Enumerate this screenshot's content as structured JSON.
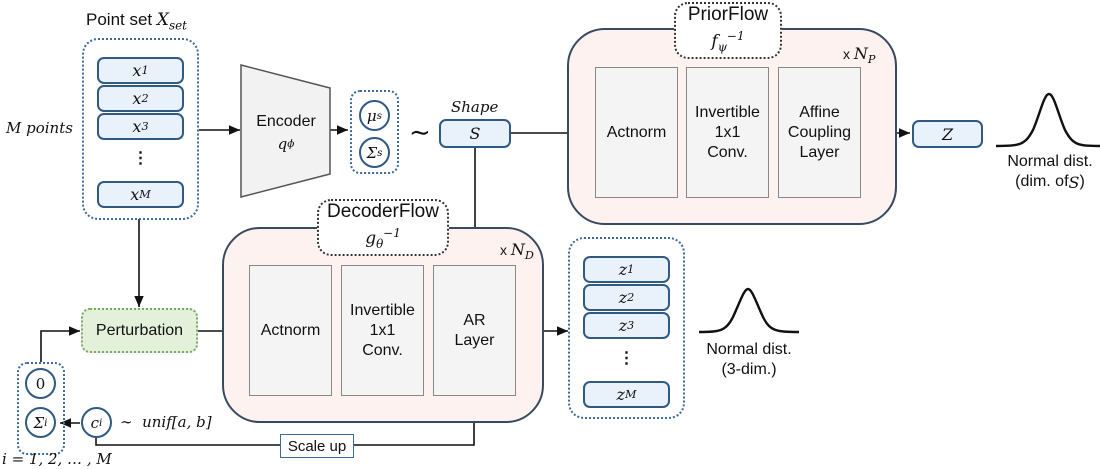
{
  "point_set": {
    "title": "Point set ",
    "title_math": "X",
    "title_sub": "set",
    "side_label": "M points",
    "items": [
      {
        "base": "x",
        "sub": "1"
      },
      {
        "base": "x",
        "sub": "2"
      },
      {
        "base": "x",
        "sub": "3"
      },
      {
        "base": "x",
        "sub": "M"
      }
    ],
    "ellipsis": "⋮"
  },
  "encoder": {
    "label": "Encoder",
    "symbol_base": "q",
    "symbol_sub": "ϕ"
  },
  "latent_params": {
    "mu": {
      "base": "μ",
      "sub": "s"
    },
    "sigma": {
      "base": "Σ",
      "sub": "s"
    },
    "tilde": "∼"
  },
  "shape": {
    "caption": "Shape",
    "symbol": "S"
  },
  "prior_flow": {
    "title": "PriorFlow",
    "symbol_base": "f",
    "symbol_sub": "ψ",
    "symbol_sup": "−1",
    "repeat_prefix": "x ",
    "repeat_base": "N",
    "repeat_sub": "P",
    "layers": [
      {
        "lines": [
          "Actnorm"
        ]
      },
      {
        "lines": [
          "Invertible",
          "1x1",
          "Conv."
        ]
      },
      {
        "lines": [
          "Affine",
          "Coupling",
          "Layer"
        ]
      }
    ]
  },
  "prior_output": {
    "symbol": "Z",
    "dist_line1": "Normal dist.",
    "dist_line2_prefix": "(dim. of ",
    "dist_line2_math": "S",
    "dist_line2_suffix": ")"
  },
  "decoder_flow": {
    "title": "DecoderFlow",
    "symbol_base": "g",
    "symbol_sub": "θ",
    "symbol_sup": "−1",
    "repeat_prefix": "x ",
    "repeat_base": "N",
    "repeat_sub": "D",
    "layers": [
      {
        "lines": [
          "Actnorm"
        ]
      },
      {
        "lines": [
          "Invertible",
          "1x1",
          "Conv."
        ]
      },
      {
        "lines": [
          "AR",
          "Layer"
        ]
      }
    ]
  },
  "decoder_output": {
    "items": [
      {
        "base": "z",
        "sub": "1"
      },
      {
        "base": "z",
        "sub": "2"
      },
      {
        "base": "z",
        "sub": "3"
      },
      {
        "base": "z",
        "sub": "M"
      }
    ],
    "ellipsis": "⋮",
    "dist_line1": "Normal dist.",
    "dist_line2": "(3-dim.)"
  },
  "perturbation": {
    "label": "Perturbation",
    "zero": "0",
    "sigma": {
      "base": "Σ",
      "sub": "i"
    },
    "c": {
      "base": "c",
      "sub": "i"
    },
    "dist": "∼  unif[a, b]",
    "index_label": "i = 1, 2, … , M",
    "scale_label": "Scale up"
  }
}
